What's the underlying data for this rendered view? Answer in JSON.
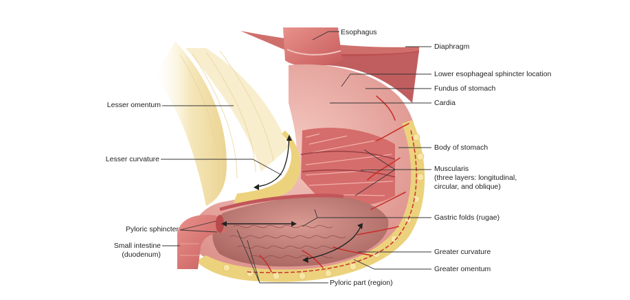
{
  "figure": {
    "labels": {
      "esophagus": "Esophagus",
      "diaphragm": "Diaphragm",
      "les": "Lower esophageal sphincter location",
      "fundus": "Fundus of stomach",
      "cardia": "Cardia",
      "lesser_omentum": "Lesser omentum",
      "body": "Body of stomach",
      "lesser_curvature": "Lesser curvature",
      "muscularis_1": "Muscularis",
      "muscularis_2": "(three layers: longitudinal,",
      "muscularis_3": "circular, and oblique)",
      "gastric_folds": "Gastric folds (rugae)",
      "pyloric_sphincter": "Pyloric sphincter",
      "small_intestine_1": "Small intestine",
      "small_intestine_2": "(duodenum)",
      "greater_curvature": "Greater curvature",
      "greater_omentum": "Greater omentum",
      "pyloric_part": "Pyloric part (region)"
    },
    "colors": {
      "muscle": "#d9706f",
      "muscle_dark": "#b84a4c",
      "mucosa": "#c4867f",
      "fat": "#eed88e",
      "omentum": "#f3e2b0",
      "vessel": "#c8302a",
      "leader": "#333333"
    }
  }
}
